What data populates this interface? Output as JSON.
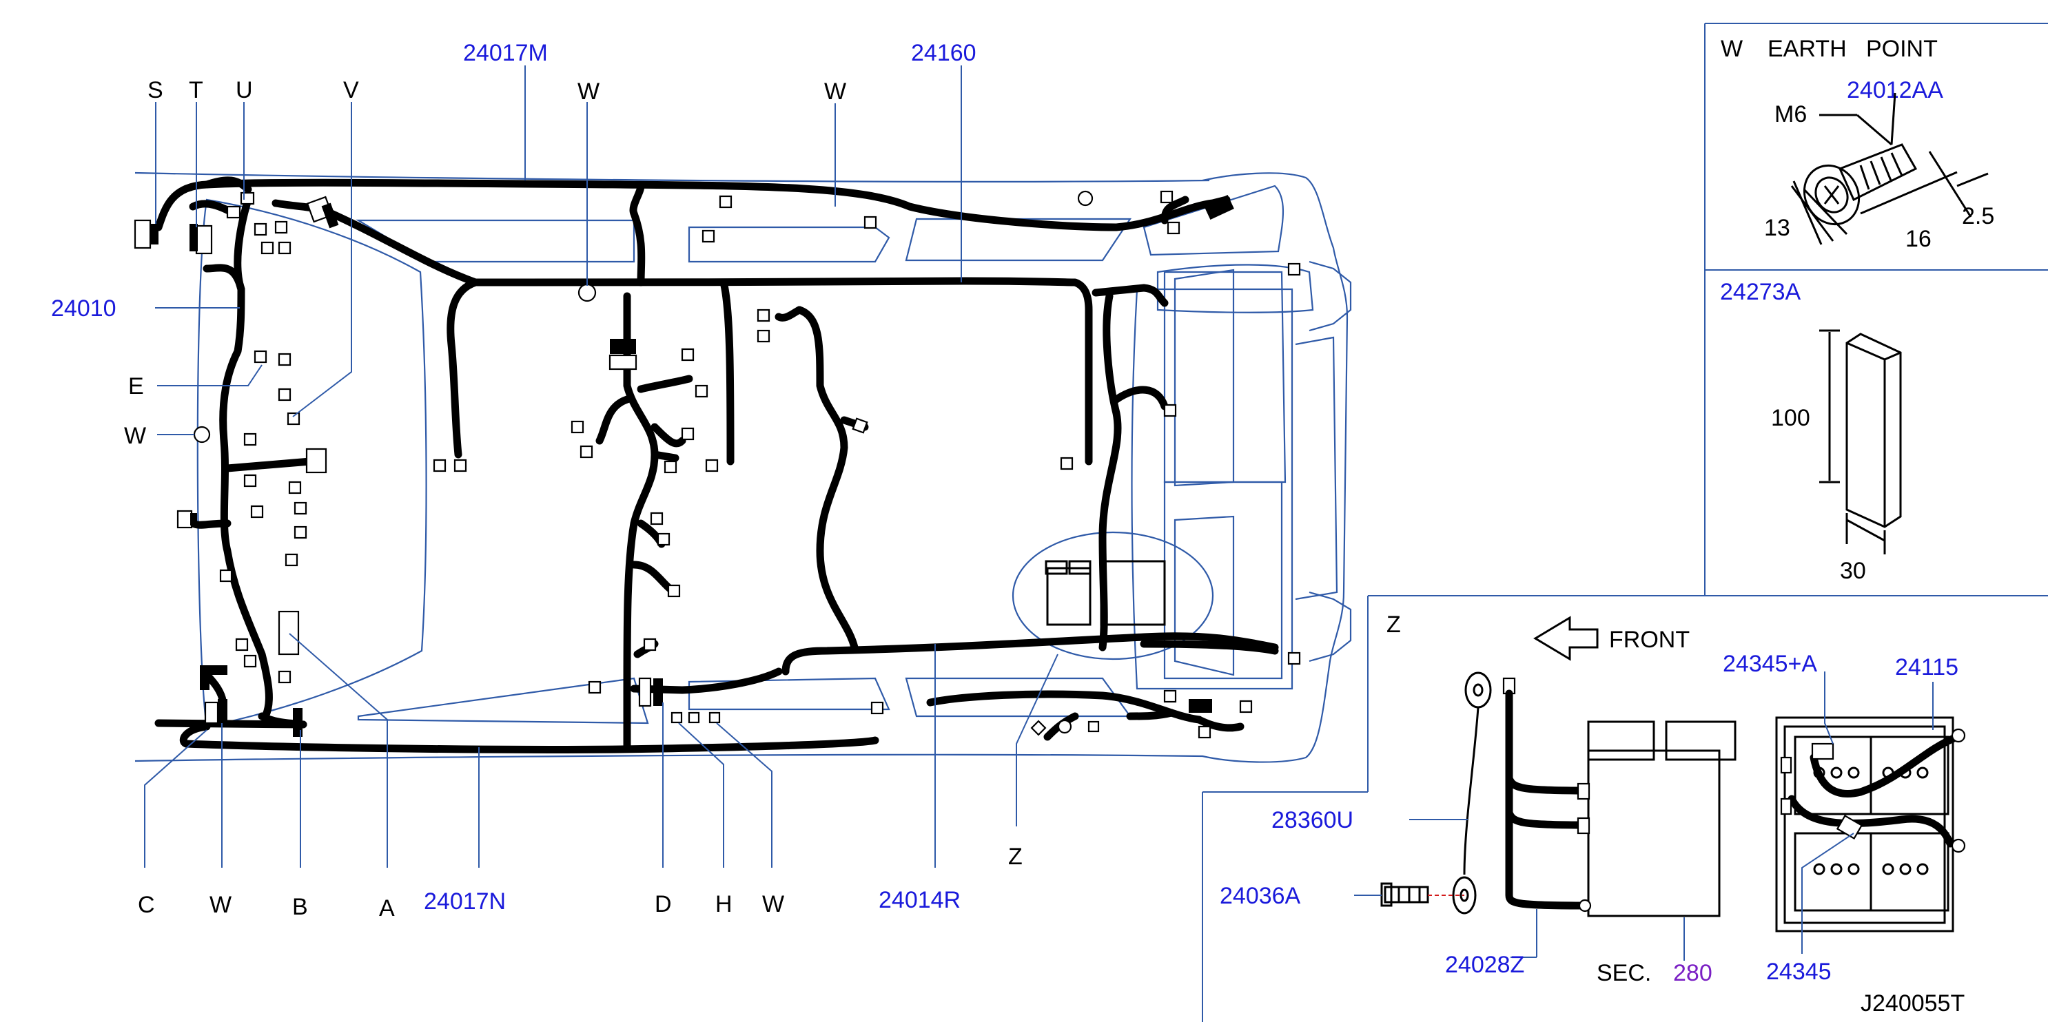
{
  "diagram_code": "J240055T",
  "colors": {
    "label_blue": "#1a1adb",
    "label_black": "#000000",
    "label_purple": "#7a1fc4",
    "body_outline": "#2f5aa8"
  },
  "main_view": {
    "part_labels": {
      "p24017M": "24017M",
      "p24160": "24160",
      "p24010": "24010",
      "p24017N": "24017N",
      "p24014R": "24014R"
    },
    "letter_labels": {
      "S": "S",
      "T": "T",
      "U": "U",
      "V": "V",
      "W_top_left": "W",
      "W_top_right": "W",
      "E": "E",
      "W_left": "W",
      "C": "C",
      "W_bottom": "W",
      "B": "B",
      "A": "A",
      "D": "D",
      "H": "H",
      "W_bottom_right": "W",
      "Z": "Z"
    }
  },
  "earth_point_panel": {
    "letter": "W",
    "title": "EARTH   POINT",
    "part": "24012AA",
    "thread": "M6",
    "dim_head": "13",
    "dim_length": "16",
    "dim_tip": "2.5"
  },
  "pad_panel": {
    "part": "24273A",
    "dim_height": "100",
    "dim_width": "30"
  },
  "detail_z_panel": {
    "letter": "Z",
    "front_label": "FRONT",
    "parts": {
      "p28360U": "28360U",
      "p24036A": "24036A",
      "p24028Z": "24028Z",
      "p24345A": "24345+A",
      "p24115": "24115",
      "p24345": "24345"
    },
    "sec_label": "SEC.",
    "sec_number": "280"
  }
}
